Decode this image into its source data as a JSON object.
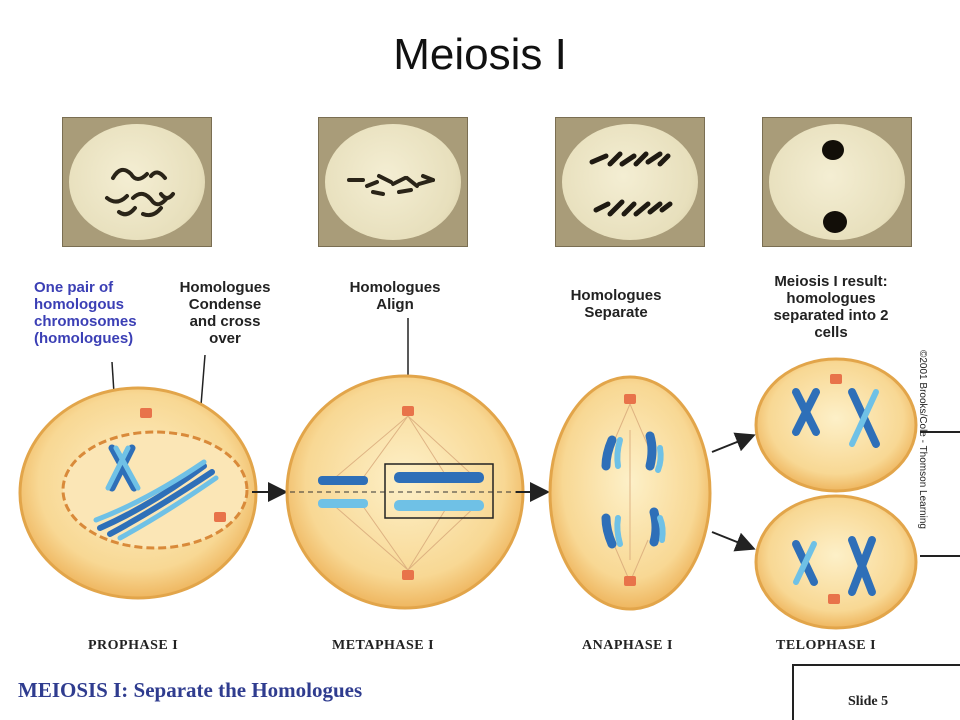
{
  "title": "Meiosis I",
  "labels": {
    "homologous_pair": [
      "One pair of",
      "homologous",
      "chromosomes",
      "(homologues)"
    ],
    "condense": [
      "Homologues",
      "Condense",
      "and cross",
      "over"
    ],
    "align": [
      "Homologues",
      "Align"
    ],
    "separate": [
      "Homologues",
      "Separate"
    ],
    "result": [
      "Meiosis I result:",
      "homologues",
      "separated into 2",
      "cells"
    ]
  },
  "phases": {
    "prophase": "PROPHASE I",
    "metaphase": "METAPHASE I",
    "anaphase": "ANAPHASE I",
    "telophase": "TELOPHASE I"
  },
  "bottom_title": "MEIOSIS I: Separate the Homologues",
  "slide_label": "Slide 5",
  "copyright": "©2001 Brooks/Cole - Thomson Learning",
  "colors": {
    "cell_fill": "#f6d89a",
    "cell_edge": "#e2a54a",
    "chromosome_dark": "#2e6fb8",
    "chromosome_light": "#6fc1e6",
    "centrosome": "#e8734a",
    "label_blue": "#3b3fb5",
    "title_blue": "#2f3c8f"
  }
}
